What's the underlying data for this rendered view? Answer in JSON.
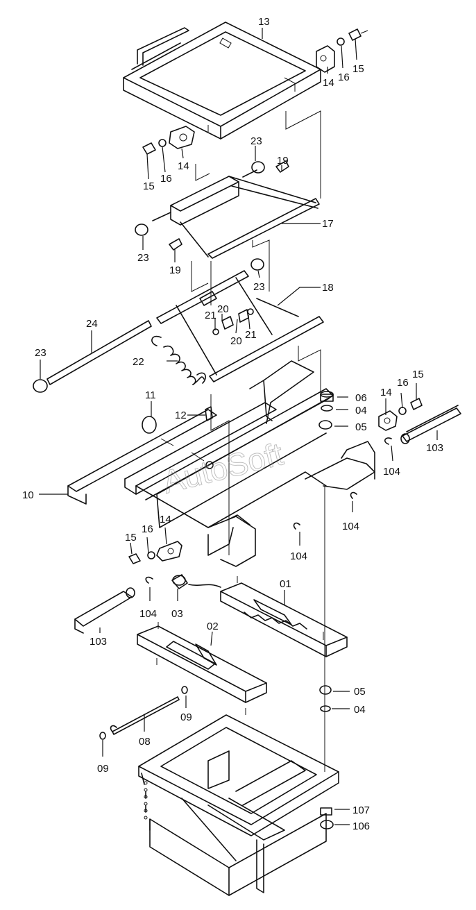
{
  "watermark": "AutoSoft",
  "callouts": [
    {
      "id": "c13a",
      "text": "13"
    },
    {
      "id": "c14a",
      "text": "14"
    },
    {
      "id": "c16a",
      "text": "16"
    },
    {
      "id": "c15a",
      "text": "15"
    },
    {
      "id": "c23a",
      "text": "23"
    },
    {
      "id": "c19a",
      "text": "19"
    },
    {
      "id": "c14b",
      "text": "14"
    },
    {
      "id": "c16b",
      "text": "16"
    },
    {
      "id": "c15b",
      "text": "15"
    },
    {
      "id": "c17",
      "text": "17"
    },
    {
      "id": "c23b",
      "text": "23"
    },
    {
      "id": "c19b",
      "text": "19"
    },
    {
      "id": "c23c",
      "text": "23"
    },
    {
      "id": "c18",
      "text": "18"
    },
    {
      "id": "c20a",
      "text": "20"
    },
    {
      "id": "c21a",
      "text": "21"
    },
    {
      "id": "c20b",
      "text": "20"
    },
    {
      "id": "c21b",
      "text": "21"
    },
    {
      "id": "c24",
      "text": "24"
    },
    {
      "id": "c22",
      "text": "22"
    },
    {
      "id": "c23d",
      "text": "23"
    },
    {
      "id": "c11",
      "text": "11"
    },
    {
      "id": "c12",
      "text": "12"
    },
    {
      "id": "c06",
      "text": "06"
    },
    {
      "id": "c04a",
      "text": "04"
    },
    {
      "id": "c05a",
      "text": "05"
    },
    {
      "id": "c14c",
      "text": "14"
    },
    {
      "id": "c16c",
      "text": "16"
    },
    {
      "id": "c15c",
      "text": "15"
    },
    {
      "id": "c103a",
      "text": "103"
    },
    {
      "id": "c104a",
      "text": "104"
    },
    {
      "id": "c10",
      "text": "10"
    },
    {
      "id": "c104b",
      "text": "104"
    },
    {
      "id": "c14d",
      "text": "14"
    },
    {
      "id": "c16d",
      "text": "16"
    },
    {
      "id": "c15d",
      "text": "15"
    },
    {
      "id": "c104c",
      "text": "104"
    },
    {
      "id": "c01",
      "text": "01"
    },
    {
      "id": "c104d",
      "text": "104"
    },
    {
      "id": "c03",
      "text": "03"
    },
    {
      "id": "c103b",
      "text": "103"
    },
    {
      "id": "c02",
      "text": "02"
    },
    {
      "id": "c05b",
      "text": "05"
    },
    {
      "id": "c04b",
      "text": "04"
    },
    {
      "id": "c09a",
      "text": "09"
    },
    {
      "id": "c08",
      "text": "08"
    },
    {
      "id": "c09b",
      "text": "09"
    },
    {
      "id": "c107",
      "text": "107"
    },
    {
      "id": "c106",
      "text": "106"
    }
  ]
}
